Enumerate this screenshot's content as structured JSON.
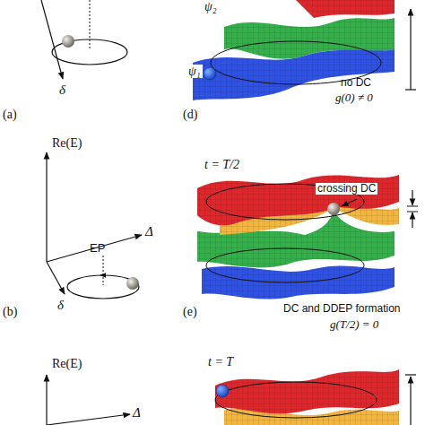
{
  "diagram": {
    "labels": [
      "δ",
      "(a)",
      "ψ₂",
      "ψ₁",
      "(d)",
      "no DC",
      "g(0) ≠ 0",
      "Re(E)",
      "t = T/2",
      "crossing DC",
      "EP",
      "Δ",
      "δ",
      "(b)",
      "(e)",
      "DC and DDEP formation",
      "g(T/2) = 0",
      "t = T",
      "Re(E)",
      "Δ"
    ]
  }
}
